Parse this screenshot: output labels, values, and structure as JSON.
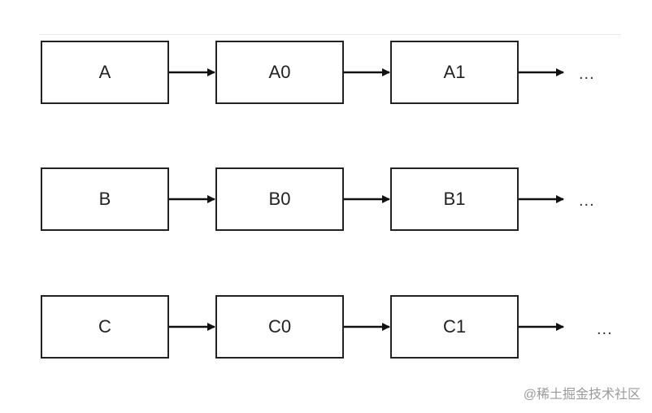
{
  "rows": [
    {
      "nodes": [
        "A",
        "A0",
        "A1"
      ],
      "ellipsis": "..."
    },
    {
      "nodes": [
        "B",
        "B0",
        "B1"
      ],
      "ellipsis": "..."
    },
    {
      "nodes": [
        "C",
        "C0",
        "C1"
      ],
      "ellipsis": "..."
    }
  ],
  "watermark": "@稀土掘金技术社区"
}
